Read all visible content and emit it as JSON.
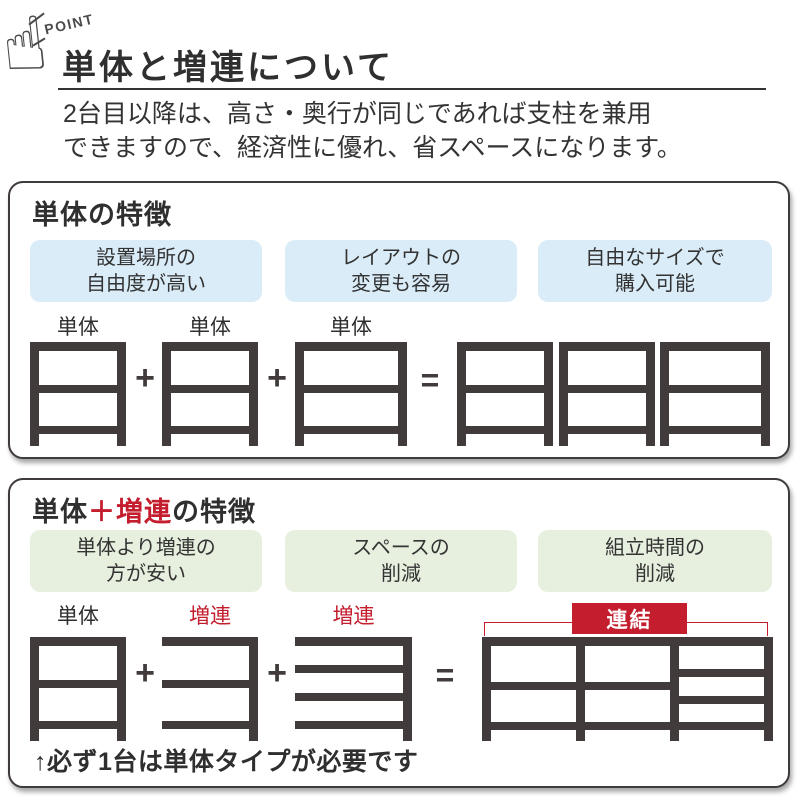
{
  "colors": {
    "accent_red": "#c41e2e",
    "light_blue": "#d9ecf8",
    "light_green": "#e7f0df",
    "bar_dark": "#413c3b",
    "text_dark": "#333333"
  },
  "icons": {
    "pointing_hand": "☝"
  },
  "header": {
    "point_label": "POINT",
    "title": "単体と増連について",
    "description_line1": "2台目以降は、高さ・奥行が同じであれば支柱を兼用",
    "description_line2": "できますので、経済性に優れ、省スペースになります。"
  },
  "standalone_section": {
    "heading": "単体の特徴",
    "features": [
      {
        "line1": "設置場所の",
        "line2": "自由度が高い"
      },
      {
        "line1": "レイアウトの",
        "line2": "変更も容易"
      },
      {
        "line1": "自由なサイズで",
        "line2": "購入可能"
      }
    ],
    "unit_labels": [
      "単体",
      "単体",
      "単体"
    ],
    "plus": "+",
    "equals": "="
  },
  "combo_section": {
    "heading_black1": "単体",
    "heading_red": "＋増連",
    "heading_black2": "の特徴",
    "features": [
      {
        "line1": "単体より増連の",
        "line2": "方が安い"
      },
      {
        "line1": "スペースの",
        "line2": "削減"
      },
      {
        "line1": "組立時間の",
        "line2": "削減"
      }
    ],
    "unit_labels": [
      "単体",
      "増連",
      "増連"
    ],
    "link_label": "連結",
    "plus": "+",
    "equals": "=",
    "note": "↑必ず1台は単体タイプが必要です"
  }
}
